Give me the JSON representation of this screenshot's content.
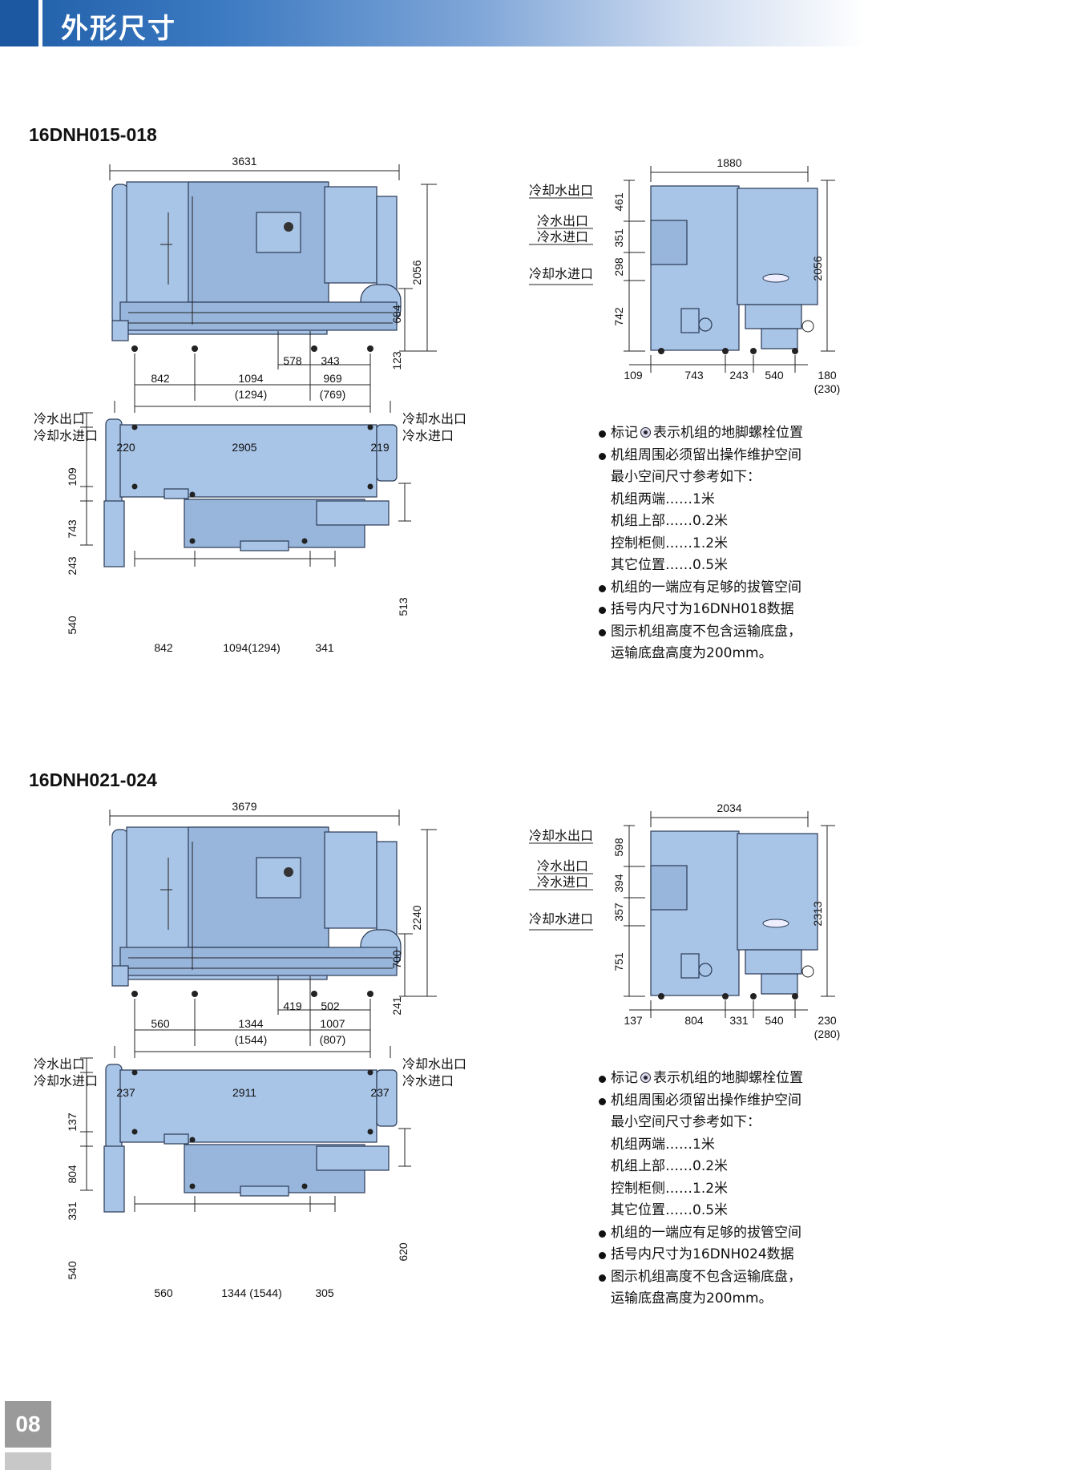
{
  "header": {
    "title": "外形尺寸"
  },
  "page_number": "08",
  "sections": [
    {
      "model": "16DNH015-018",
      "front": {
        "overall_length": "3631",
        "height": "2056",
        "dim_684": "684",
        "dim_123": "123",
        "dim_578": "578",
        "dim_343": "343",
        "bottom": [
          "842",
          "1094",
          "969"
        ],
        "bottom_alt": [
          "(1294)",
          "(769)"
        ]
      },
      "side": {
        "width": "1880",
        "height": "2056",
        "label_cooling_out": "冷却水出口",
        "label_chilled_out": "冷水出口",
        "label_chilled_in": "冷水进口",
        "label_cooling_in": "冷却水进口",
        "vert": [
          "461",
          "351",
          "298",
          "742"
        ],
        "bottom": [
          "109",
          "743",
          "243",
          "540",
          "180"
        ],
        "bottom_alt": "(230)"
      },
      "plan": {
        "left_label1": "冷水出口",
        "left_label2": "冷却水进口",
        "right_label1": "冷却水出口",
        "right_label2": "冷水进口",
        "top": [
          "220",
          "2905",
          "219"
        ],
        "vert": [
          "109",
          "743",
          "243",
          "540"
        ],
        "dim_right": "513",
        "bottom": [
          "842",
          "1094(1294)",
          "341"
        ]
      },
      "notes": [
        {
          "pre": "标记",
          "post": "表示机组的地脚螺栓位置",
          "bullet": true,
          "mark": true
        },
        {
          "text": "机组周围必须留出操作维护空间",
          "bullet": true
        },
        {
          "text": "最小空间尺寸参考如下：",
          "bullet": false
        },
        {
          "text": "机组两端……1米",
          "bullet": false
        },
        {
          "text": "机组上部……0.2米",
          "bullet": false
        },
        {
          "text": "控制柜侧……1.2米",
          "bullet": false
        },
        {
          "text": "其它位置……0.5米",
          "bullet": false
        },
        {
          "text": "机组的一端应有足够的拔管空间",
          "bullet": true
        },
        {
          "text": "括号内尺寸为16DNH018数据",
          "bullet": true
        },
        {
          "text": "图示机组高度不包含运输底盘，",
          "bullet": true
        },
        {
          "text": "运输底盘高度为200mm。",
          "bullet": false
        }
      ]
    },
    {
      "model": "16DNH021-024",
      "front": {
        "overall_length": "3679",
        "height": "2240",
        "dim_684": "700",
        "dim_123": "241",
        "dim_578": "419",
        "dim_343": "502",
        "bottom": [
          "560",
          "1344",
          "1007"
        ],
        "bottom_alt": [
          "(1544)",
          "(807)"
        ]
      },
      "side": {
        "width": "2034",
        "height": "2313",
        "label_cooling_out": "冷却水出口",
        "label_chilled_out": "冷水出口",
        "label_chilled_in": "冷水进口",
        "label_cooling_in": "冷却水进口",
        "vert": [
          "598",
          "394",
          "357",
          "751"
        ],
        "bottom": [
          "137",
          "804",
          "331",
          "540",
          "230"
        ],
        "bottom_alt": "(280)"
      },
      "plan": {
        "left_label1": "冷水出口",
        "left_label2": "冷却水进口",
        "right_label1": "冷却水出口",
        "right_label2": "冷水进口",
        "top": [
          "237",
          "2911",
          "237"
        ],
        "vert": [
          "137",
          "804",
          "331",
          "540"
        ],
        "dim_right": "620",
        "bottom": [
          "560",
          "1344 (1544)",
          "305"
        ]
      },
      "notes": [
        {
          "pre": "标记",
          "post": "表示机组的地脚螺栓位置",
          "bullet": true,
          "mark": true
        },
        {
          "text": "机组周围必须留出操作维护空间",
          "bullet": true
        },
        {
          "text": "最小空间尺寸参考如下：",
          "bullet": false
        },
        {
          "text": "机组两端……1米",
          "bullet": false
        },
        {
          "text": "机组上部……0.2米",
          "bullet": false
        },
        {
          "text": "控制柜侧……1.2米",
          "bullet": false
        },
        {
          "text": "其它位置……0.5米",
          "bullet": false
        },
        {
          "text": "机组的一端应有足够的拔管空间",
          "bullet": true
        },
        {
          "text": "括号内尺寸为16DNH024数据",
          "bullet": true
        },
        {
          "text": "图示机组高度不包含运输底盘，",
          "bullet": true
        },
        {
          "text": "运输底盘高度为200mm。",
          "bullet": false
        }
      ]
    }
  ]
}
